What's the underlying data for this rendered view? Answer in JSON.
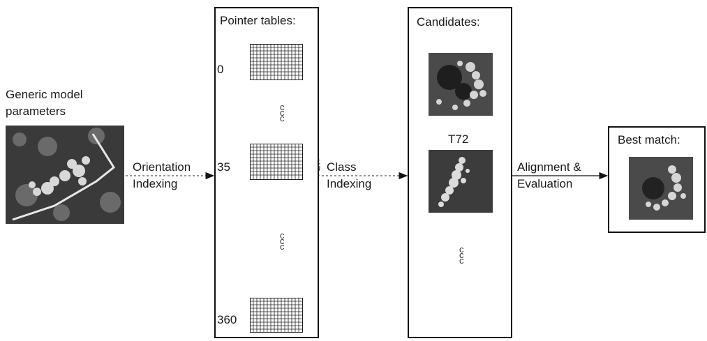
{
  "generic_model": {
    "label": "Generic model\nparameters"
  },
  "arrow_labels": {
    "orientation_line1": "Orientation",
    "orientation_line2": "Indexing",
    "class_line1": "Class",
    "class_line2": "Indexing",
    "alignment_line1": "Alignment &",
    "alignment_line2": "Evaluation"
  },
  "pointer_tables": {
    "title": "Pointer tables:",
    "rows": [
      {
        "label": "0"
      },
      {
        "label": "35"
      },
      {
        "label": "360"
      }
    ],
    "ellipsis": "ccc"
  },
  "candidates": {
    "title": "Candidates:",
    "t72_label": "T72",
    "ellipsis": "ccc"
  },
  "best_match": {
    "title": "Best match:"
  },
  "colors": {
    "border": "#111111",
    "grid": "#222222",
    "dashed": "#444444"
  }
}
